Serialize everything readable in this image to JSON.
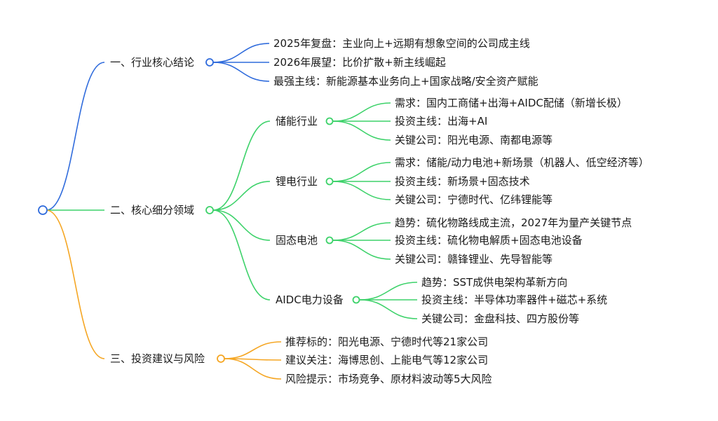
{
  "colors": {
    "root": "#2f6bdc",
    "branch_1": "#2f6bdc",
    "branch_2": "#3dd26a",
    "branch_3": "#f5a623"
  },
  "mindmap": {
    "branches": [
      {
        "label": "一、行业核心结论",
        "color_key": "branch_1",
        "children": [
          {
            "label": "2025年复盘：主业向上+远期有想象空间的公司成主线"
          },
          {
            "label": "2026年展望：比价扩散+新主线崛起"
          },
          {
            "label": "最强主线：新能源基本业务向上+国家战略/安全资产赋能"
          }
        ]
      },
      {
        "label": "二、核心细分领域",
        "color_key": "branch_2",
        "children": [
          {
            "label": "储能行业",
            "children": [
              {
                "label": "需求：国内工商储+出海+AIDC配储（新增长极）"
              },
              {
                "label": "投资主线：出海+AI"
              },
              {
                "label": "关键公司：阳光电源、南都电源等"
              }
            ]
          },
          {
            "label": "锂电行业",
            "children": [
              {
                "label": "需求：储能/动力电池+新场景（机器人、低空经济等）"
              },
              {
                "label": "投资主线：新场景+固态技术"
              },
              {
                "label": "关键公司：宁德时代、亿纬锂能等"
              }
            ]
          },
          {
            "label": "固态电池",
            "children": [
              {
                "label": "趋势：硫化物路线成主流，2027年为量产关键节点"
              },
              {
                "label": "投资主线：硫化物电解质+固态电池设备"
              },
              {
                "label": "关键公司：赣锋锂业、先导智能等"
              }
            ]
          },
          {
            "label": "AIDC电力设备",
            "children": [
              {
                "label": "趋势：SST成供电架构革新方向"
              },
              {
                "label": "投资主线：半导体功率器件+磁芯+系统"
              },
              {
                "label": "关键公司：金盘科技、四方股份等"
              }
            ]
          }
        ]
      },
      {
        "label": "三、投资建议与风险",
        "color_key": "branch_3",
        "children": [
          {
            "label": "推荐标的：阳光电源、宁德时代等21家公司"
          },
          {
            "label": "建议关注：海博思创、上能电气等12家公司"
          },
          {
            "label": "风险提示：市场竞争、原材料波动等5大风险"
          }
        ]
      }
    ]
  }
}
